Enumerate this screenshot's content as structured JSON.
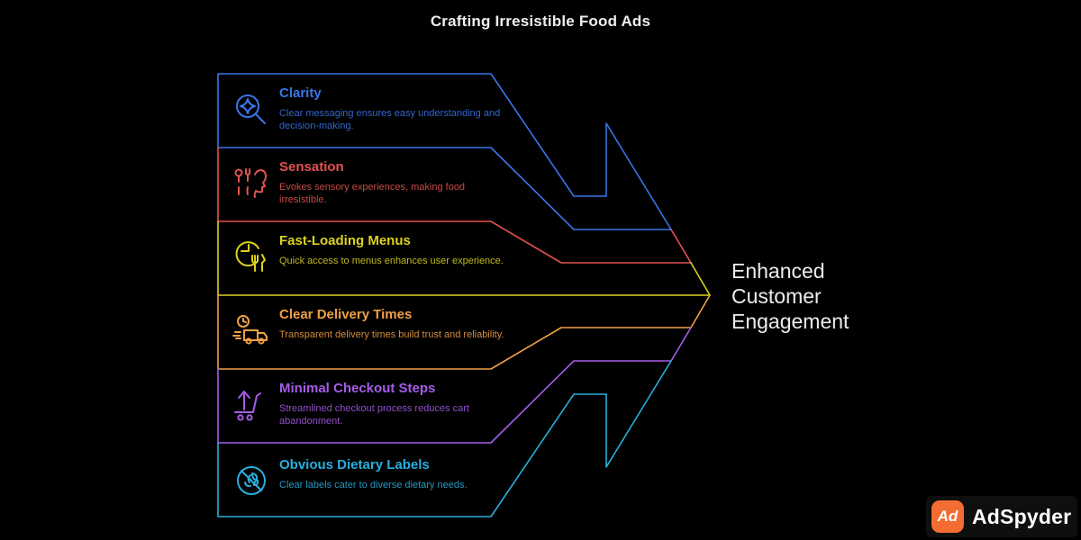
{
  "page": {
    "title": "Crafting Irresistible Food Ads",
    "background": "#000000"
  },
  "bands": [
    {
      "title": "Clarity",
      "description": "Clear messaging ensures easy understanding and decision-making.",
      "color": "#3a75e8",
      "icon": "magnifier-sparkle-icon"
    },
    {
      "title": "Sensation",
      "description": "Evokes sensory experiences, making food irresistible.",
      "color": "#e2534f",
      "icon": "taste-head-utensils-icon"
    },
    {
      "title": "Fast-Loading Menus",
      "description": "Quick access to menus enhances user experience.",
      "color": "#dcd21e",
      "icon": "clock-utensils-icon"
    },
    {
      "title": "Clear Delivery Times",
      "description": "Transparent delivery times build trust and reliability.",
      "color": "#f0a045",
      "icon": "delivery-truck-clock-icon"
    },
    {
      "title": "Minimal Checkout Steps",
      "description": "Streamlined checkout process reduces cart abandonment.",
      "color": "#a55ce8",
      "icon": "cart-up-arrow-icon"
    },
    {
      "title": "Obvious Dietary Labels",
      "description": "Clear labels cater to diverse dietary needs.",
      "color": "#29aede",
      "icon": "dietary-label-crossed-icon"
    }
  ],
  "outcome": {
    "label": "Enhanced Customer Engagement",
    "color": "#ededed"
  },
  "logo": {
    "brand": "AdSpyder",
    "monogram": "Ad",
    "accent": "#f36c31"
  }
}
